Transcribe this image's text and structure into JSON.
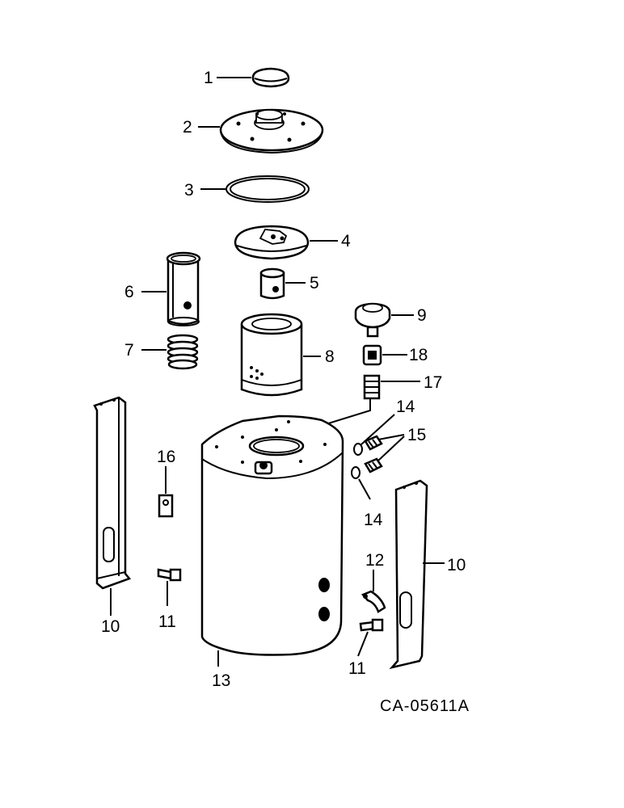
{
  "diagram": {
    "drawing_code": "CA-05611A",
    "callouts": [
      {
        "id": "c1",
        "text": "1"
      },
      {
        "id": "c2",
        "text": "2"
      },
      {
        "id": "c3",
        "text": "3"
      },
      {
        "id": "c4",
        "text": "4"
      },
      {
        "id": "c5",
        "text": "5"
      },
      {
        "id": "c6",
        "text": "6"
      },
      {
        "id": "c7",
        "text": "7"
      },
      {
        "id": "c8",
        "text": "8"
      },
      {
        "id": "c9",
        "text": "9"
      },
      {
        "id": "c18",
        "text": "18"
      },
      {
        "id": "c17",
        "text": "17"
      },
      {
        "id": "c14a",
        "text": "14"
      },
      {
        "id": "c15",
        "text": "15"
      },
      {
        "id": "c16",
        "text": "16"
      },
      {
        "id": "c14b",
        "text": "14"
      },
      {
        "id": "c10a",
        "text": "10"
      },
      {
        "id": "c11a",
        "text": "11"
      },
      {
        "id": "c12",
        "text": "12"
      },
      {
        "id": "c10b",
        "text": "10"
      },
      {
        "id": "c13",
        "text": "13"
      },
      {
        "id": "c11b",
        "text": "11"
      }
    ]
  }
}
